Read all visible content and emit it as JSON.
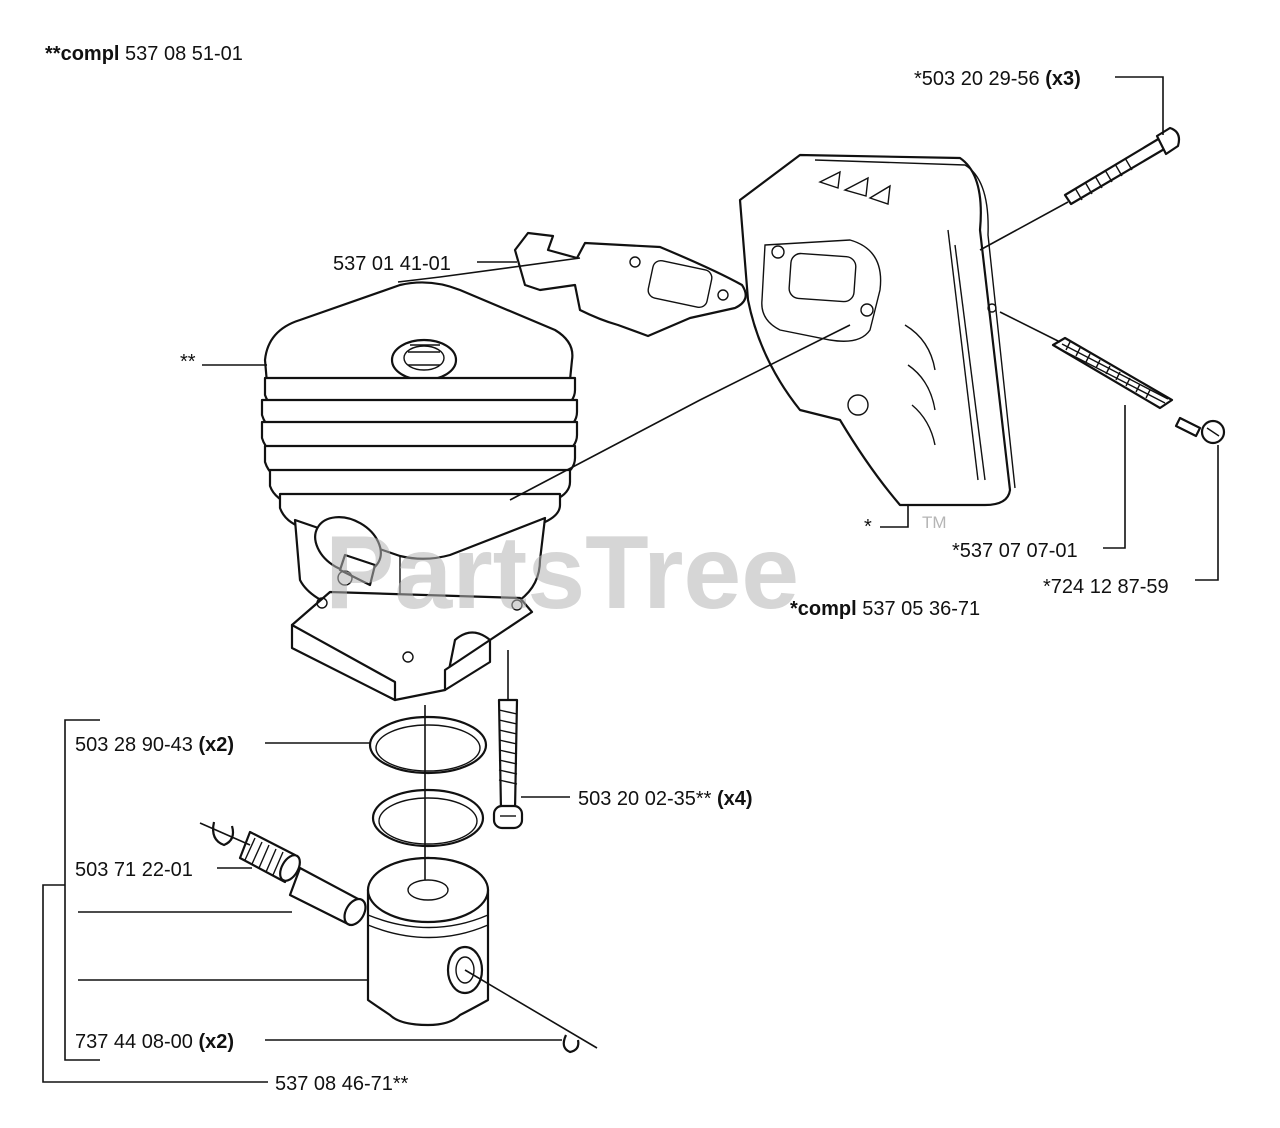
{
  "labels": {
    "top_kit_prefix": "**compl",
    "top_kit_number": "537 08 51-01",
    "screw_top_number": "*503 20 29-56",
    "screw_top_qty": "(x3)",
    "gasket": "537 01 41-01",
    "cylinder_mark": "**",
    "muffler_mark": "*",
    "screen": "*537 07 07-01",
    "small_screw": "*724 12 87-59",
    "muffler_kit_prefix": "*compl",
    "muffler_kit_number": "537 05 36-71",
    "ring_number": "503 28 90-43",
    "ring_qty": "(x2)",
    "base_screw_number": "503 20 02-35**",
    "base_screw_qty": "(x4)",
    "bearing": "503 71 22-01",
    "circlip_number": "737 44 08-00",
    "circlip_qty": "(x2)",
    "piston_kit": "537 08 46-71**"
  },
  "watermark": {
    "text": "PartsTree",
    "trademark": "TM"
  }
}
